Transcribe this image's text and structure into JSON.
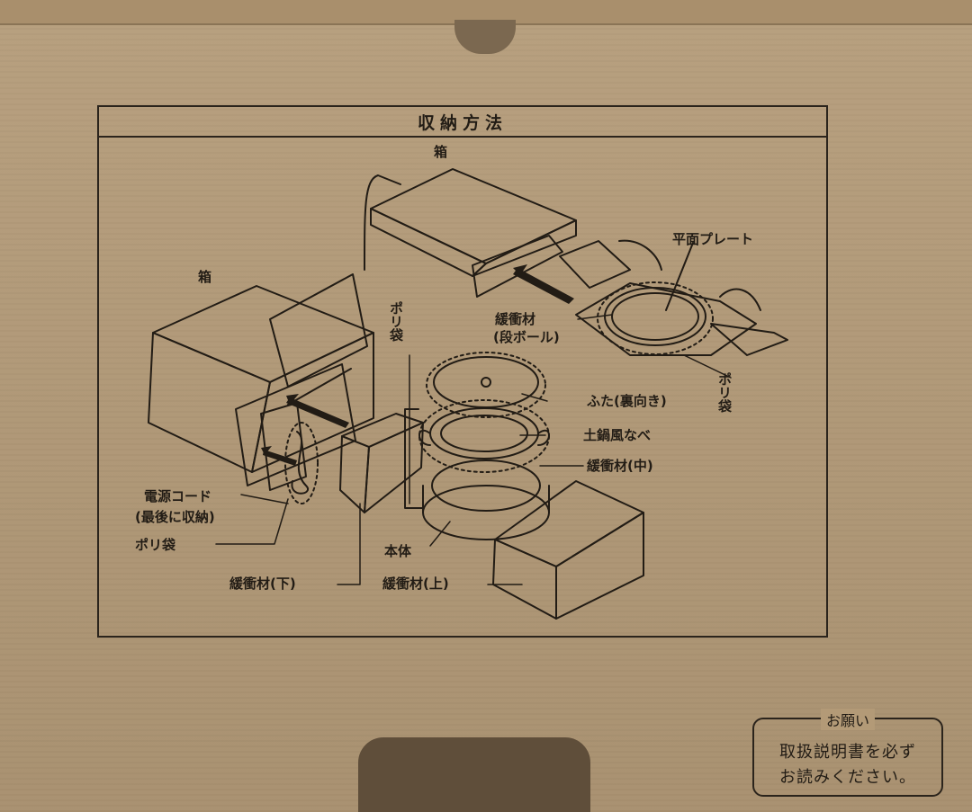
{
  "title": "収納方法",
  "labels": {
    "box_top": "箱",
    "box_left": "箱",
    "flat_plate": "平面プレート",
    "cushion_corrugated_1": "緩衝材",
    "cushion_corrugated_2": "(段ボール)",
    "poly_bag_vertical": "ポリ袋",
    "poly_bag_right": "ポリ袋",
    "lid": "ふた(裏向き)",
    "pot": "土鍋風なべ",
    "cushion_middle": "緩衝材(中)",
    "power_cord_1": "電源コード",
    "power_cord_2": "(最後に収納)",
    "poly_bag_bottom": "ポリ袋",
    "main_body": "本体",
    "cushion_bottom": "緩衝材(下)",
    "cushion_top": "緩衝材(上)"
  },
  "notice": {
    "title": "お願い",
    "line1": "取扱説明書を必ず",
    "line2": "お読みください。"
  },
  "colors": {
    "cardboard": "#b39a77",
    "ink": "#221c15"
  }
}
